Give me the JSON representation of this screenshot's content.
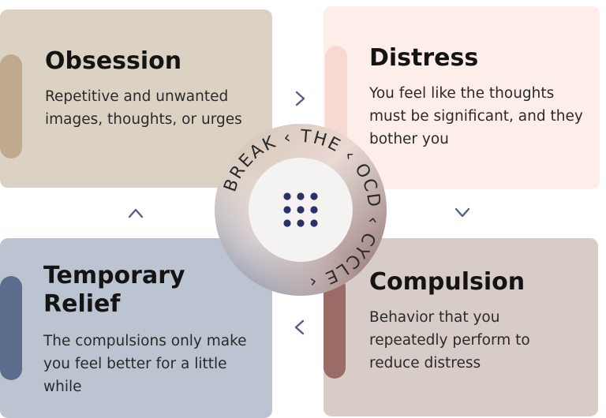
{
  "cards": {
    "obsession": {
      "title": "Obsession",
      "description": "Repetitive and unwanted images, thoughts, or urges"
    },
    "distress": {
      "title": "Distress",
      "description": "You feel like the thoughts must be significant, and they bother you"
    },
    "relief": {
      "title": "Temporary Relief",
      "description": "The compulsions only make you feel better for a little while"
    },
    "compulsion": {
      "title": "Compulsion",
      "description": "Behavior that you repeatedly perform to reduce distress"
    }
  },
  "center_ring": {
    "text": "BREAK THE OCD CYCLE",
    "words": [
      "BREAK",
      "THE",
      "OCD",
      "CYCLE"
    ]
  },
  "colors": {
    "obsession_bg": "#dcd2c4",
    "distress_bg": "#fdeeea",
    "relief_bg": "#bcc3d1",
    "compulsion_bg": "#d8ccc8",
    "arrow": "#55608a",
    "center_dots": "#2a3168"
  }
}
